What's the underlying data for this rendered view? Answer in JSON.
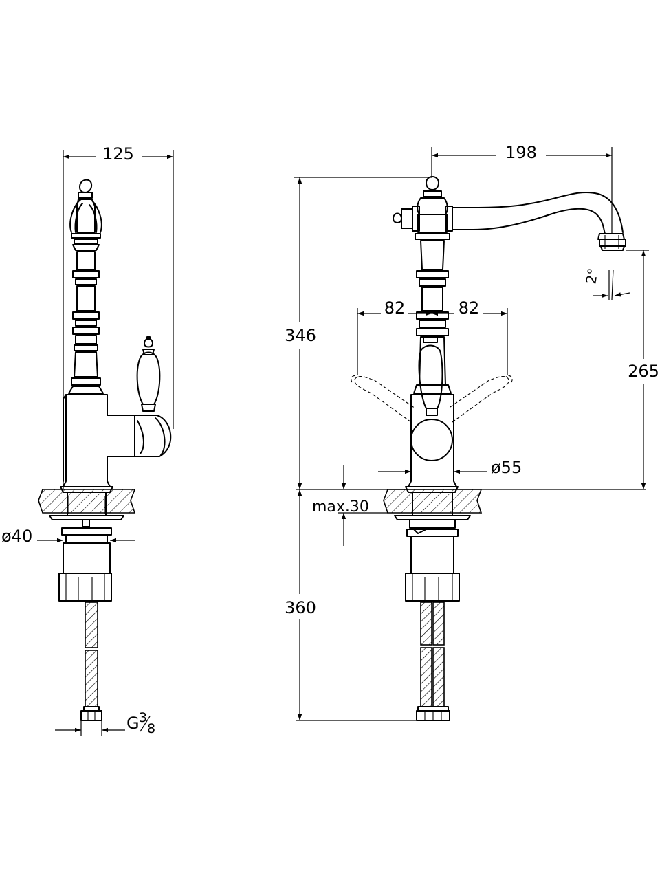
{
  "side_view": {
    "width_label": "125",
    "nut_diameter_label": "ø40",
    "thread_G": "G",
    "thread_num": "3",
    "thread_den": "8"
  },
  "front_view": {
    "spout_reach_label": "198",
    "total_height_label": "346",
    "left_handle_label": "82",
    "right_handle_label": "82",
    "outlet_height_label": "265",
    "angle_label": "2°",
    "body_diameter_label": "ø55",
    "max_thickness_label": "max.30",
    "hose_length_label": "360"
  },
  "colors": {
    "line": "#000000",
    "background": "#ffffff"
  }
}
